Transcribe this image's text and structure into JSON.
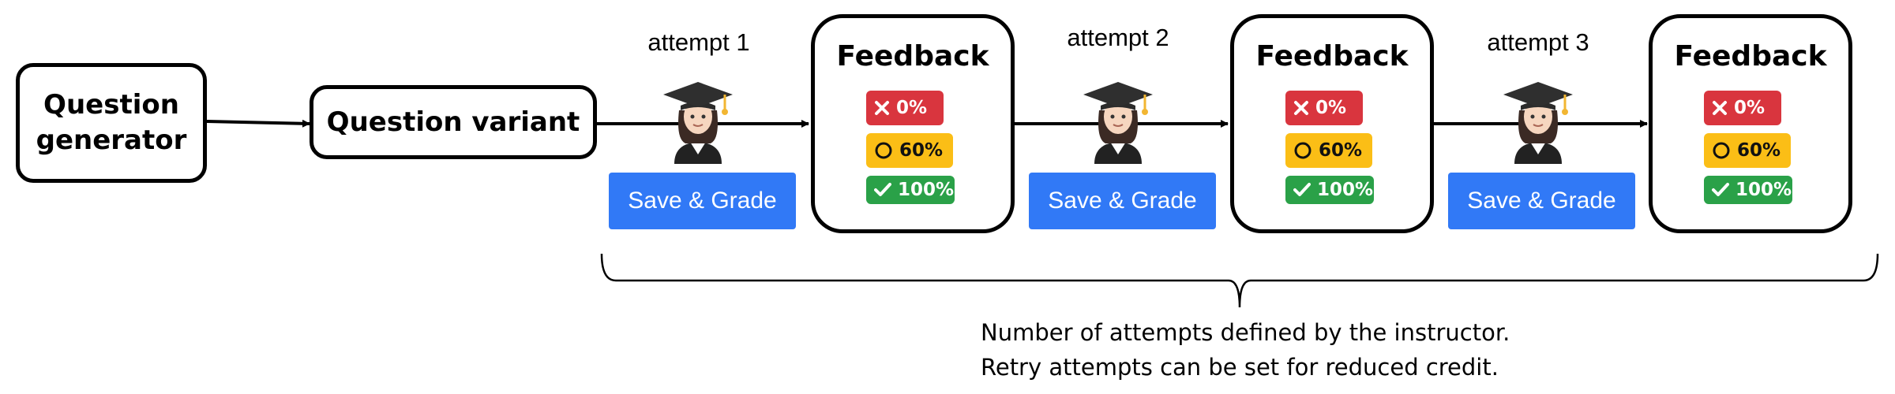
{
  "nodes": {
    "question_generator": "Question\ngenerator",
    "question_variant": "Question variant"
  },
  "attempts": [
    {
      "label": "attempt 1",
      "button": "Save & Grade"
    },
    {
      "label": "attempt 2",
      "button": "Save & Grade"
    },
    {
      "label": "attempt 3",
      "button": "Save & Grade"
    }
  ],
  "feedback": {
    "title": "Feedback",
    "badges": [
      {
        "text": "0%",
        "icon": "x-icon",
        "color": "#d9353e"
      },
      {
        "text": "60%",
        "icon": "circle-icon",
        "color": "#fbbe16"
      },
      {
        "text": "100%",
        "icon": "check-icon",
        "color": "#2aa148"
      }
    ]
  },
  "note": {
    "line1": "Number of attempts defined by the instructor.",
    "line2": "Retry attempts can be set for reduced credit."
  },
  "student_icon": "student-graduate-icon"
}
